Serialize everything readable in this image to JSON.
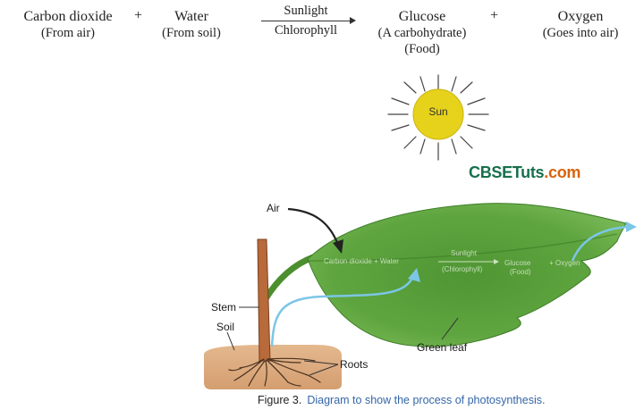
{
  "equation": {
    "reactant1": {
      "name": "Carbon dioxide",
      "source": "(From air)"
    },
    "plus1": "+",
    "reactant2": {
      "name": "Water",
      "source": "(From soil)"
    },
    "arrow": {
      "above": "Sunlight",
      "below": "Chlorophyll"
    },
    "product1": {
      "name": "Glucose",
      "note": "(A carbohydrate)",
      "note2": "(Food)"
    },
    "plus2": "+",
    "product2": {
      "name": "Oxygen",
      "note": "(Goes into air)"
    }
  },
  "sun": {
    "label": "Sun",
    "color": "#e6d21a"
  },
  "logo": {
    "part1": "CBSETuts",
    "part2": ".com"
  },
  "labels": {
    "air": "Air",
    "stem": "Stem",
    "soil": "Soil",
    "roots": "Roots",
    "green_leaf": "Green leaf"
  },
  "leaf_equation": {
    "reactants": "Carbon dioxide  + Water",
    "arrow_above": "Sunlight",
    "arrow_below": "(Chlorophyll)",
    "product1": "Glucose",
    "product1_note": "(Food)",
    "product2": "+ Oxygen"
  },
  "caption": {
    "number": "Figure 3.",
    "text": "Diagram to show the process of photosynthesis."
  },
  "colors": {
    "leaf": "#5a9e3a",
    "stem": "#b86a3a",
    "soil": "#dcae84",
    "water_arrow": "#7cc6e6",
    "caption_text": "#3466a8"
  }
}
